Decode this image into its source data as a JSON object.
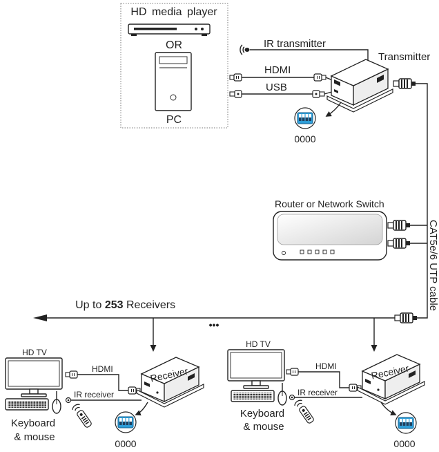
{
  "source": {
    "title": "HD media player",
    "separator": "OR",
    "alt_device": "PC"
  },
  "transmitter": {
    "ir_label": "IR transmitter",
    "hdmi_label": "HDMI",
    "usb_label": "USB",
    "device_label": "Transmitter",
    "dip_code": "0000"
  },
  "network": {
    "router_label": "Router or Network Switch",
    "cable_label": "CAT5e/6 UTP cable",
    "receivers_prefix": "Up to ",
    "receivers_count": "253",
    "receivers_suffix": " Receivers",
    "more_indicator": "•••"
  },
  "receivers": [
    {
      "tv_label": "HD TV",
      "hdmi_label": "HDMI",
      "ir_label": "IR receiver",
      "device_label": "Receiver",
      "peripherals_line1": "Keyboard",
      "peripherals_line2": "& mouse",
      "dip_code": "0000"
    },
    {
      "tv_label": "HD TV",
      "hdmi_label": "HDMI",
      "ir_label": "IR receiver",
      "device_label": "Receiver",
      "peripherals_line1": "Keyboard",
      "peripherals_line2": "& mouse",
      "dip_code": "0000"
    }
  ],
  "colors": {
    "line": "#222222",
    "dip_code": "#1b9ad6",
    "dip_switch": "#2e9ed8"
  }
}
